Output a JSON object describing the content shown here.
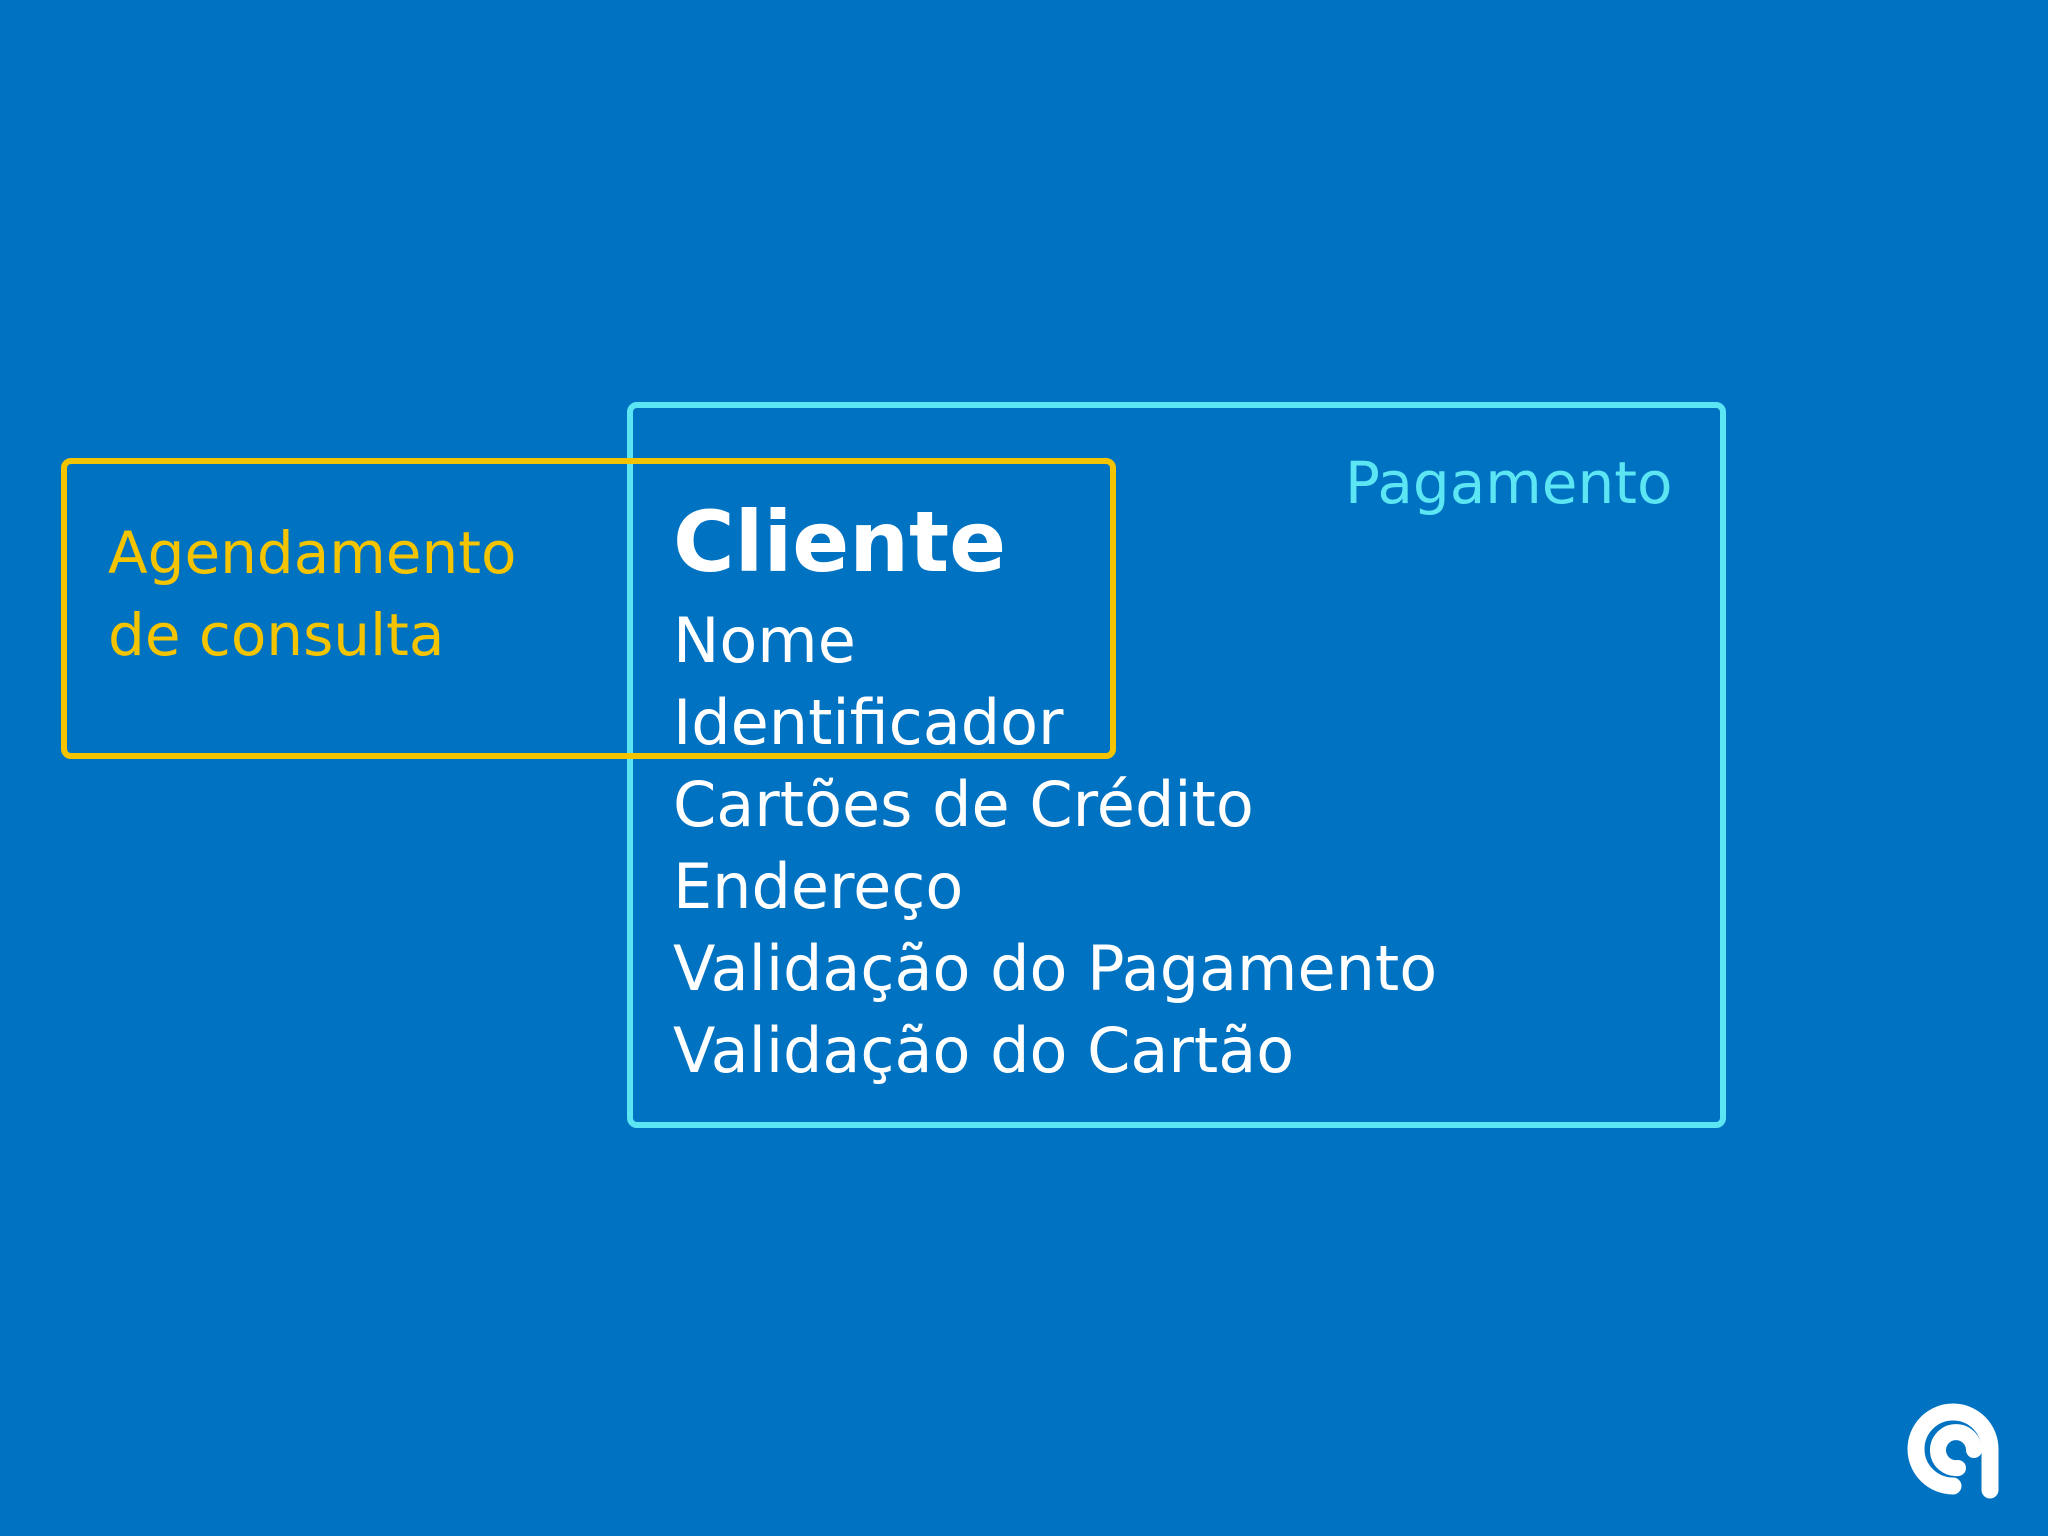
{
  "colors": {
    "background": "#0072C2",
    "pagamento_context": "#5CE5F2",
    "agendamento_context": "#F5C400",
    "text": "#FFFFFF"
  },
  "contexts": {
    "agendamento": {
      "label": "Agendamento\nde consulta"
    },
    "pagamento": {
      "label": "Pagamento"
    }
  },
  "entity": {
    "title": "Cliente",
    "attributes": [
      "Nome",
      "Identificador",
      "Cartões de Crédito",
      "Endereço",
      "Validação do Pagamento",
      "Validação do Cartão"
    ]
  },
  "logo": {
    "icon": "brand-logo-icon"
  }
}
